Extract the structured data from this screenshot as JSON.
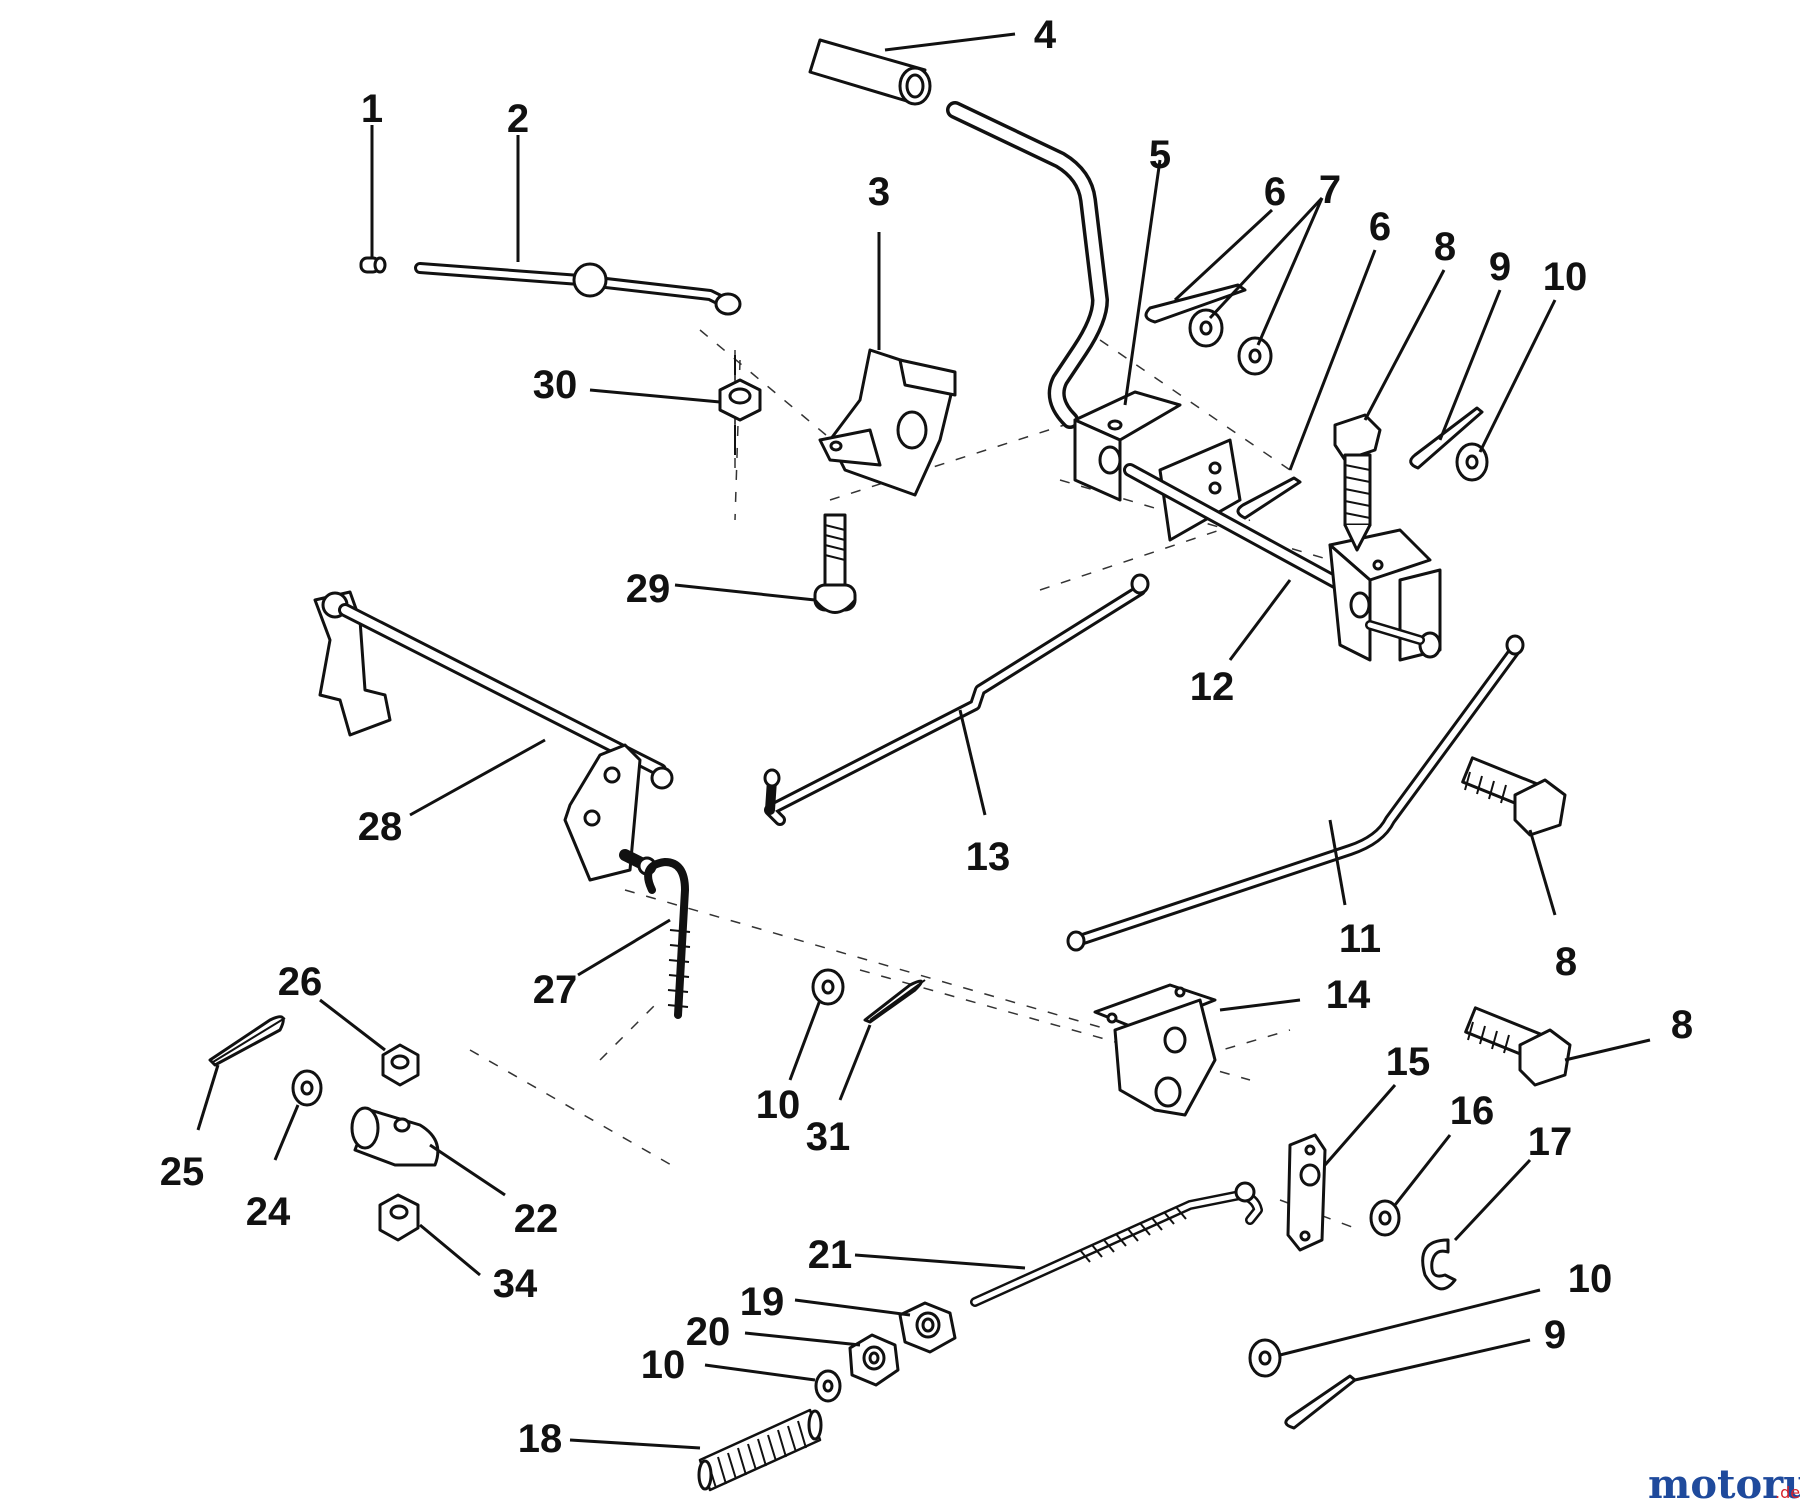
{
  "diagram": {
    "labels": [
      "1",
      "2",
      "3",
      "4",
      "5",
      "6",
      "7",
      "6",
      "8",
      "9",
      "10",
      "30",
      "29",
      "12",
      "28",
      "13",
      "11",
      "8",
      "27",
      "26",
      "10",
      "31",
      "14",
      "8",
      "25",
      "24",
      "22",
      "34",
      "15",
      "16",
      "17",
      "21",
      "19",
      "20",
      "10",
      "18",
      "10",
      "9"
    ]
  },
  "watermark": {
    "brand": "motoruf",
    "suffix": ".de",
    "color_main": "#1f4a9c",
    "color_accent": "#d9222a"
  }
}
